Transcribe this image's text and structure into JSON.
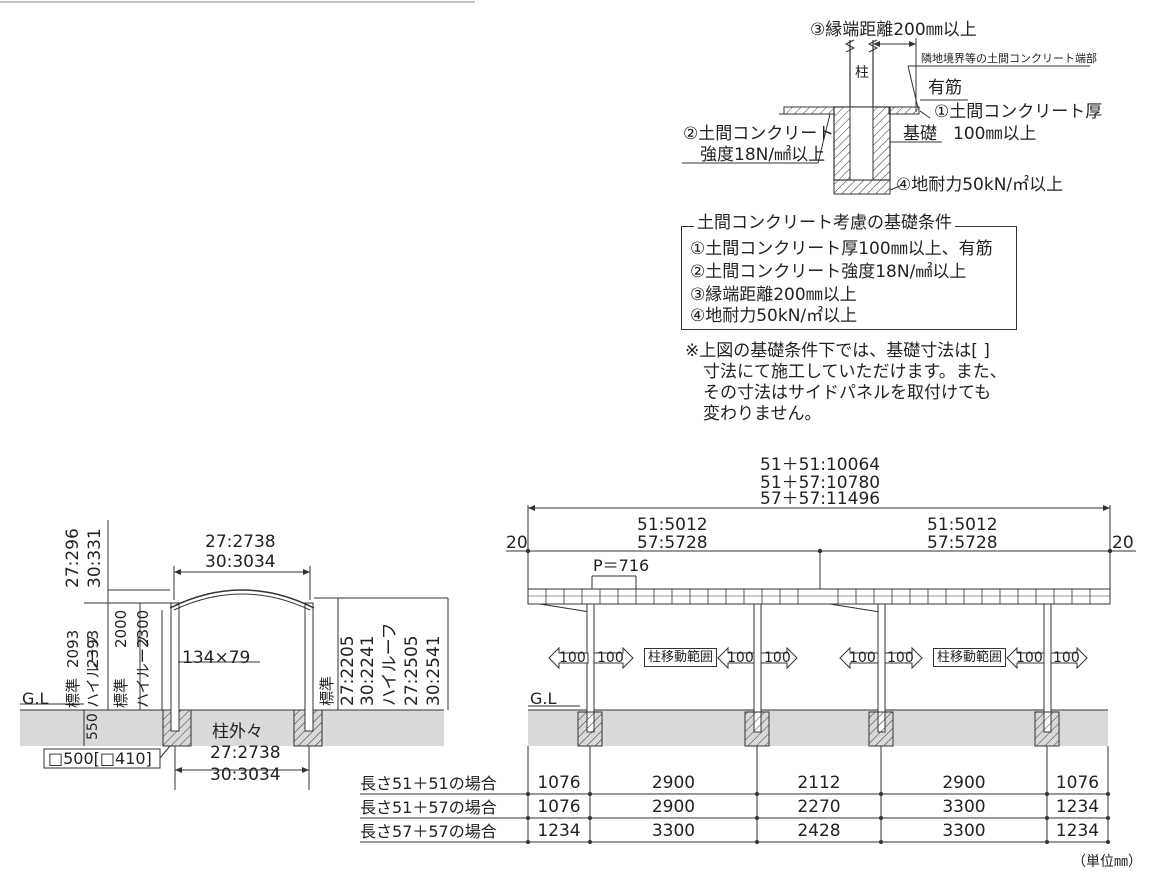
{
  "detail": {
    "edge_distance": "③縁端距離200㎜以上",
    "pillar": "柱",
    "neighbor_edge": "隣地境界等の土間コンクリート端部",
    "rebar": "有筋",
    "thickness_label": "①土間コンクリート厚",
    "foundation": "基礎",
    "thickness_value": "100㎜以上",
    "strength_line1": "②土間コンクリート",
    "strength_line2": "強度18N/㎟以上",
    "bearing": "④地耐力50kN/㎡以上"
  },
  "conditions": {
    "title": "土間コンクリート考慮の基礎条件",
    "items": [
      "①土間コンクリート厚100㎜以上、有筋",
      "②土間コンクリート強度18N/㎟以上",
      "③縁端距離200㎜以上",
      "④地耐力50kN/㎡以上"
    ]
  },
  "note": {
    "lines": [
      "※上図の基礎条件下では、基礎寸法は[ ]",
      "寸法にて施工していただけます。また、",
      "その寸法はサイドパネルを取付けても",
      "変わりません。"
    ]
  },
  "front": {
    "top_width_27": "27:2738",
    "top_width_30": "30:3034",
    "overhang_27": "27:296",
    "overhang_30": "30:331",
    "height_2093": "2093",
    "height_2393": "2393",
    "height_2000": "2000",
    "height_2300": "2300",
    "post_size": "134×79",
    "label_standard": "標準",
    "label_highroof": "ハイルーフ",
    "label_standard2": "標準",
    "label_highroof2": "ハイルーフ",
    "right_heights_std_label": "標準",
    "right_std_27": "27:2205",
    "right_std_30": "30:2241",
    "right_high_label": "ハイルーフ",
    "right_high_27": "27:2505",
    "right_high_30": "30:2541",
    "gl": "G.L",
    "depth_550": "550",
    "outer_label": "柱外々",
    "outer_27": "27:2738",
    "outer_30": "30:3034",
    "footing": "□500[□410]"
  },
  "side": {
    "total_lines": [
      "51＋51:10064",
      "51＋57:10780",
      "57＋57:11496"
    ],
    "left_half": [
      "51:5012",
      "57:5728"
    ],
    "right_half": [
      "51:5012",
      "57:5728"
    ],
    "edge_left": "20",
    "edge_right": "20",
    "pitch": "P＝716",
    "move_range": "柱移動範囲",
    "arrow_100": "100",
    "gl": "G.L"
  },
  "table": {
    "rows": [
      {
        "label": "長さ51＋51の場合",
        "values": [
          "1076",
          "2900",
          "2112",
          "2900",
          "1076"
        ]
      },
      {
        "label": "長さ51＋57の場合",
        "values": [
          "1076",
          "2900",
          "2270",
          "3300",
          "1234"
        ]
      },
      {
        "label": "長さ57＋57の場合",
        "values": [
          "1234",
          "3300",
          "2428",
          "3300",
          "1234"
        ]
      }
    ],
    "unit": "（単位㎜）"
  }
}
